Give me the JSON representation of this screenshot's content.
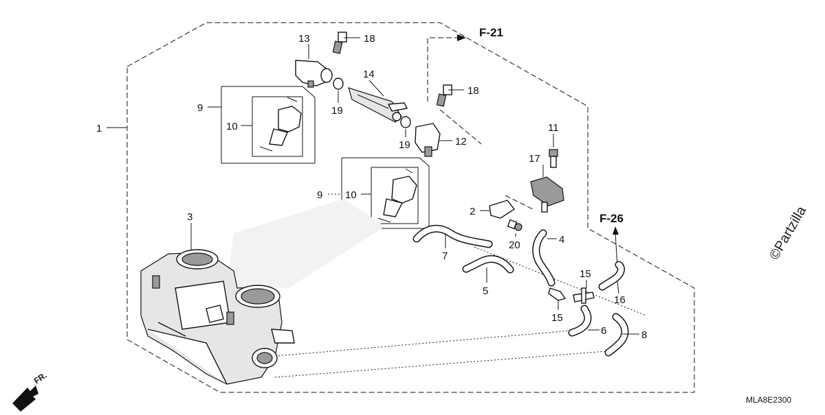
{
  "diagram": {
    "callouts": [
      {
        "id": "c1",
        "text": "1"
      },
      {
        "id": "c2",
        "text": "2"
      },
      {
        "id": "c3",
        "text": "3"
      },
      {
        "id": "c4",
        "text": "4"
      },
      {
        "id": "c5",
        "text": "5"
      },
      {
        "id": "c6",
        "text": "6"
      },
      {
        "id": "c7",
        "text": "7"
      },
      {
        "id": "c8",
        "text": "8"
      },
      {
        "id": "c9a",
        "text": "9"
      },
      {
        "id": "c9b",
        "text": "9"
      },
      {
        "id": "c10a",
        "text": "10"
      },
      {
        "id": "c10b",
        "text": "10"
      },
      {
        "id": "c11",
        "text": "11"
      },
      {
        "id": "c12",
        "text": "12"
      },
      {
        "id": "c13",
        "text": "13"
      },
      {
        "id": "c14",
        "text": "14"
      },
      {
        "id": "c15a",
        "text": "15"
      },
      {
        "id": "c15b",
        "text": "15"
      },
      {
        "id": "c16",
        "text": "16"
      },
      {
        "id": "c17",
        "text": "17"
      },
      {
        "id": "c18a",
        "text": "18"
      },
      {
        "id": "c18b",
        "text": "18"
      },
      {
        "id": "c19a",
        "text": "19"
      },
      {
        "id": "c19b",
        "text": "19"
      },
      {
        "id": "c20",
        "text": "20"
      }
    ],
    "references": {
      "f21": "F-21",
      "f26": "F-26"
    },
    "direction_label": "FR.",
    "diagram_code": "MLA8E2300",
    "watermark": "©Partzilla"
  }
}
